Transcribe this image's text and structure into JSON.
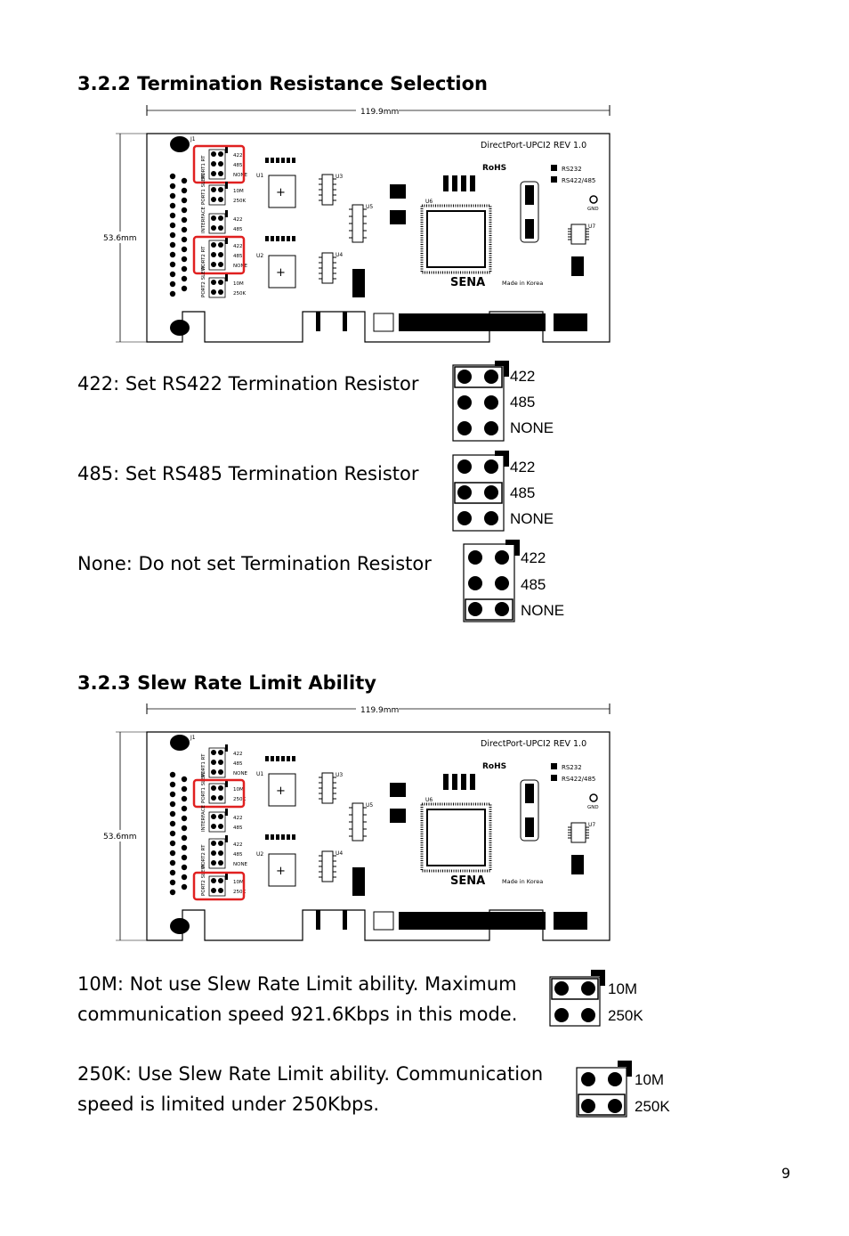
{
  "section_termination": {
    "heading": "3.2.2  Termination Resistance Selection",
    "items": [
      {
        "text": "422: Set RS422 Termination Resistor",
        "selected": "422"
      },
      {
        "text": "485: Set RS485 Termination Resistor",
        "selected": "485"
      },
      {
        "text": "None: Do not set Termination Resistor",
        "selected": "NONE"
      }
    ],
    "jumper_labels": [
      "422",
      "485",
      "NONE"
    ]
  },
  "section_slew": {
    "heading": "3.2.3  Slew Rate Limit Ability",
    "items": [
      {
        "line1": "10M: Not use Slew Rate Limit ability. Maximum",
        "line2": "communication speed 921.6Kbps in this mode.",
        "selected": "10M"
      },
      {
        "line1": "250K: Use Slew Rate Limit ability. Communication",
        "line2": "speed is limited under 250Kbps.",
        "selected": "250K"
      }
    ],
    "jumper_labels": [
      "10M",
      "250K"
    ]
  },
  "board": {
    "width_label": "119.9mm",
    "height_label": "53.6mm",
    "title": "DirectPort-UPCI2  REV 1.0",
    "brand": "SENA",
    "made_in": "Made in Korea",
    "rohs": "RoHS",
    "connector": "J1",
    "legend": [
      "RS232",
      "RS422/485"
    ],
    "gnd": "GND",
    "jumper_blocks": [
      "PORT1 RT",
      "PORT1 SLEW",
      "INTERFACE",
      "PORT2 RT",
      "PORT2 SLEW"
    ],
    "rt_labels": [
      "422",
      "485",
      "NONE"
    ],
    "slew_labels": [
      "10M",
      "250K"
    ],
    "interface_labels": [
      "422",
      "485"
    ],
    "chips": [
      "U1",
      "U2",
      "U3",
      "U4",
      "U5",
      "U6",
      "U7"
    ],
    "highlight_color": "#e02020"
  },
  "page_number": "9"
}
